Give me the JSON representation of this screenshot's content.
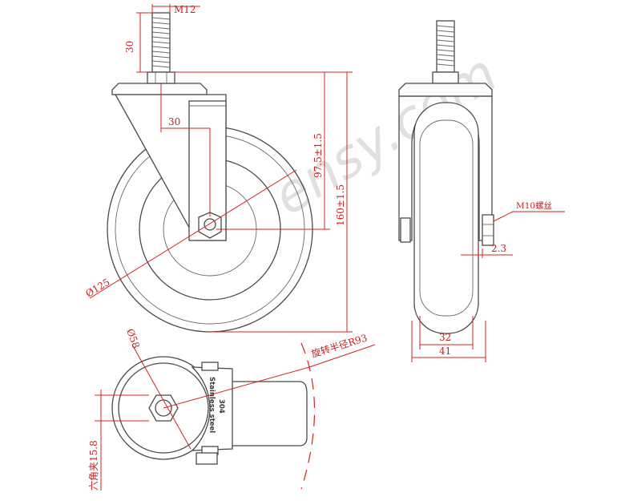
{
  "dimensions": {
    "thread": "M12",
    "stem_length": "30",
    "offset": "30",
    "axle_height": "97.5±1.5",
    "total_height": "160±1.5",
    "wheel_diameter": "Ø125",
    "axle_bolt": "M10螺丝",
    "bolt_protrusion": "2.3",
    "tread_width": "32",
    "overall_width": "41",
    "plate_diameter": "Ø58",
    "swivel_radius": "旋转半径R93",
    "hex_size": "六角夹15.8"
  },
  "stamp": {
    "line1": "Stainless steel",
    "line2": "304"
  },
  "watermark": "ensy.com",
  "colors": {
    "dimension": "#d42020",
    "outline": "#4a4a4a"
  }
}
